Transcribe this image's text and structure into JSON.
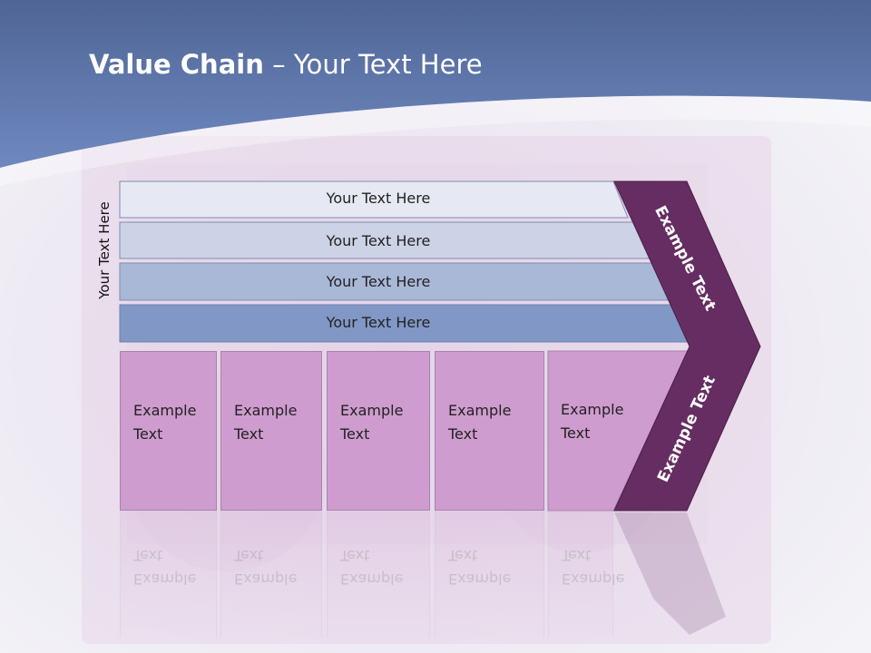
{
  "title": {
    "strong": "Value Chain",
    "rest": " – Your Text Here"
  },
  "side_label": "Your Text Here",
  "bars": [
    {
      "label": "Your Text Here",
      "fill": "#e6e9f3"
    },
    {
      "label": "Your Text Here",
      "fill": "#ccd3e6"
    },
    {
      "label": "Your Text Here",
      "fill": "#aab8d8"
    },
    {
      "label": "Your Text Here",
      "fill": "#8197c6"
    }
  ],
  "boxes": [
    {
      "line1": "Example",
      "line2": "Text"
    },
    {
      "line1": "Example",
      "line2": "Text"
    },
    {
      "line1": "Example",
      "line2": "Text"
    },
    {
      "line1": "Example",
      "line2": "Text"
    },
    {
      "line1": "Example",
      "line2": "Text"
    }
  ],
  "chevron": {
    "upper": "Example Text",
    "lower": "Example Text"
  },
  "colors": {
    "header": "#5d77ad",
    "chevron": "#662d62",
    "box": "#cf9ccf"
  }
}
